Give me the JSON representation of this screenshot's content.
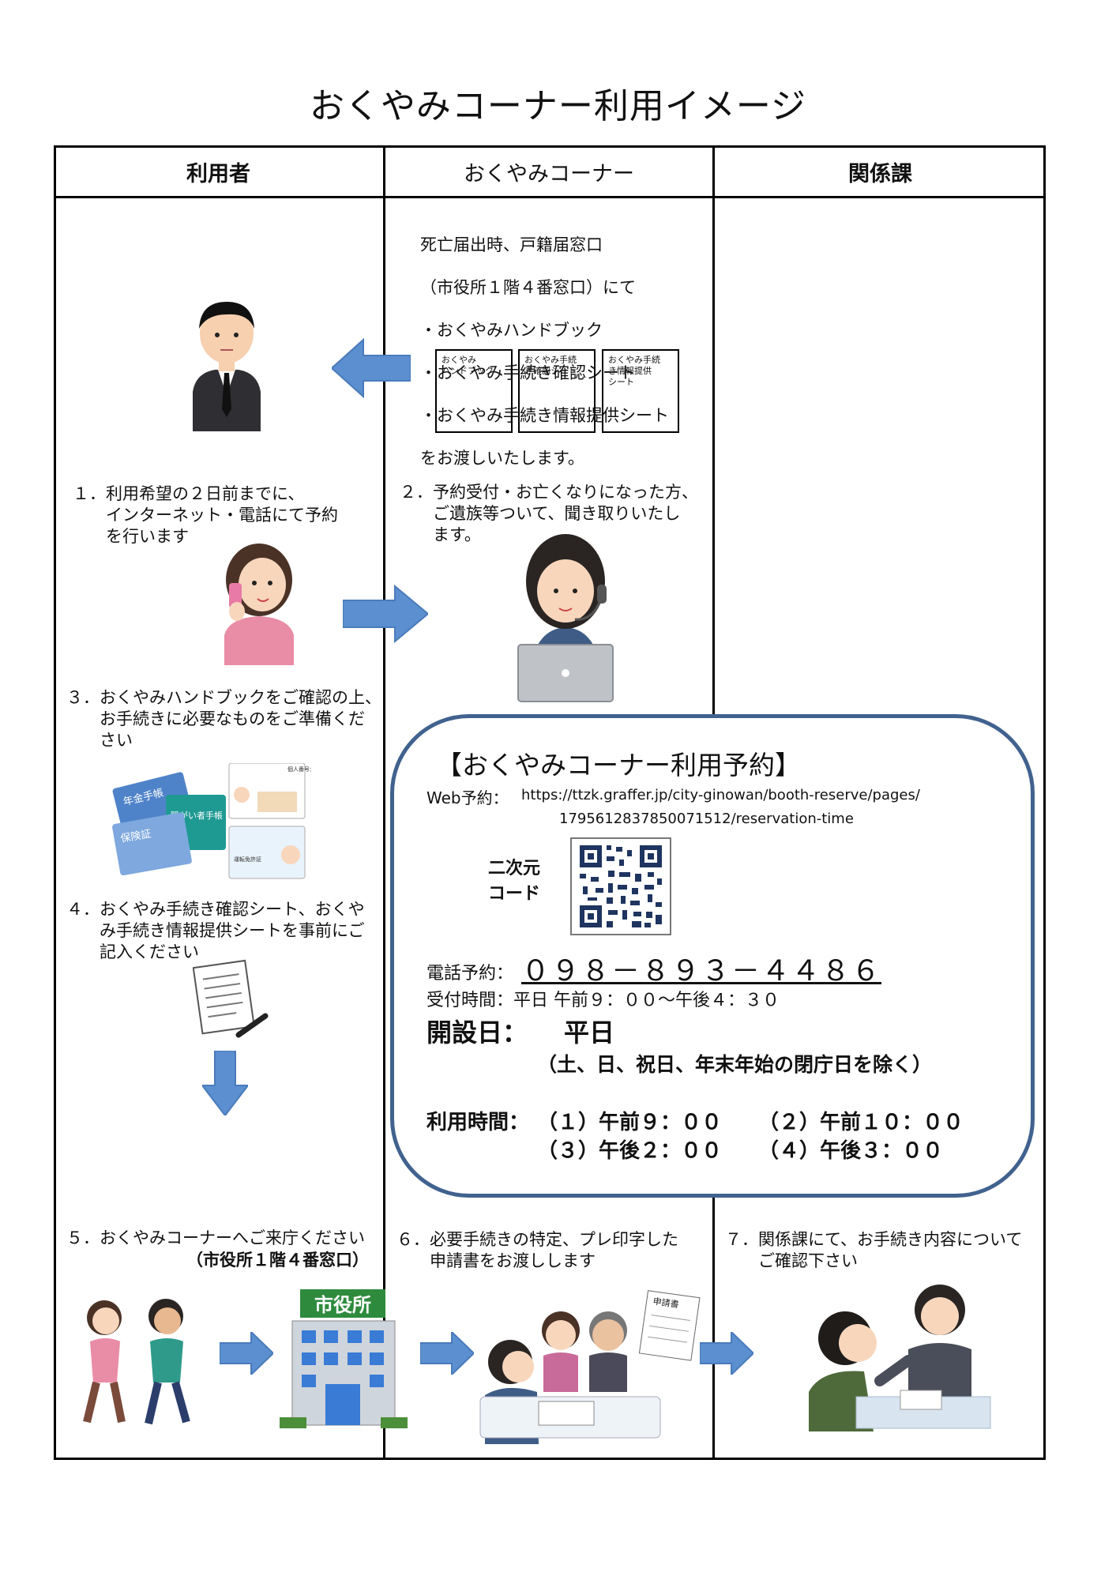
{
  "title": "おくやみコーナー利用イメージ",
  "columns": [
    "利用者",
    "おくやみコーナー",
    "関係課"
  ],
  "intro": {
    "line1": "死亡届出時、戸籍届窓口",
    "line2": "（市役所１階４番窓口）にて",
    "item1": "・おくやみハンドブック",
    "item2": "・おくやみ手続き確認シート",
    "item3": "・おくやみ手続き情報提供シート",
    "line3": "をお渡しいたします。"
  },
  "sheets": [
    "おくやみ\nハンドブック",
    "おくやみ手続\nき確認シート",
    "おくやみ手続\nき情報提供\nシート"
  ],
  "steps": {
    "s1": "１．利用希望の２日前までに、\n　　インターネット・電話にて予約\n　　を行います",
    "s2": "２．予約受付・お亡くなりになった方、\n　　ご遺族等ついて、聞き取りいたし\n　　ます。",
    "s3": "３．おくやみハンドブックをご確認の上、\n　　お手続きに必要なものをご準備くだ\n　　さい",
    "s4": "４．おくやみ手続き確認シート、おくや\n　　み手続き情報提供シートを事前にご\n　　記入ください",
    "s5": "５．おくやみコーナーへご来庁ください",
    "s5_sub": "（市役所１階４番窓口）",
    "s6": "６．必要手続きの特定、プレ印字した\n　　申請書をお渡しします",
    "s7": "７．関係課にて、お手続き内容について\n　　ご確認下さい"
  },
  "card_labels": {
    "pension": "年金手帳",
    "insurance": "保険証",
    "disability": "障がい者手帳",
    "license": "運転免許証",
    "mynumber": "個人番号カード"
  },
  "city_hall_sign": "市役所",
  "application_form": "申請書",
  "reservation": {
    "heading": "【おくやみコーナー利用予約】",
    "web_label": "Web予約：",
    "web_url1": "https://ttzk.graffer.jp/city-ginowan/booth-reserve/pages/",
    "web_url2": "1795612837850071512/reservation-time",
    "qr_label": "二次元\nコード",
    "phone_label": "電話予約：",
    "phone": "０９８－８９３－４４８６",
    "hours": "受付時間：平日 午前９：００～午後４：３０",
    "open_label": "開設日：",
    "open_value": "平日",
    "closed": "（土、日、祝日、年末年始の閉庁日を除く）",
    "time_label": "利用時間：",
    "t1": "（１）午前９：００",
    "t2": "（２）午前１０：００",
    "t3": "（３）午後２：００",
    "t4": "（４）午後３：００"
  },
  "colors": {
    "arrow": "#5b8fd0",
    "border": "#41628e",
    "text": "#111111"
  }
}
